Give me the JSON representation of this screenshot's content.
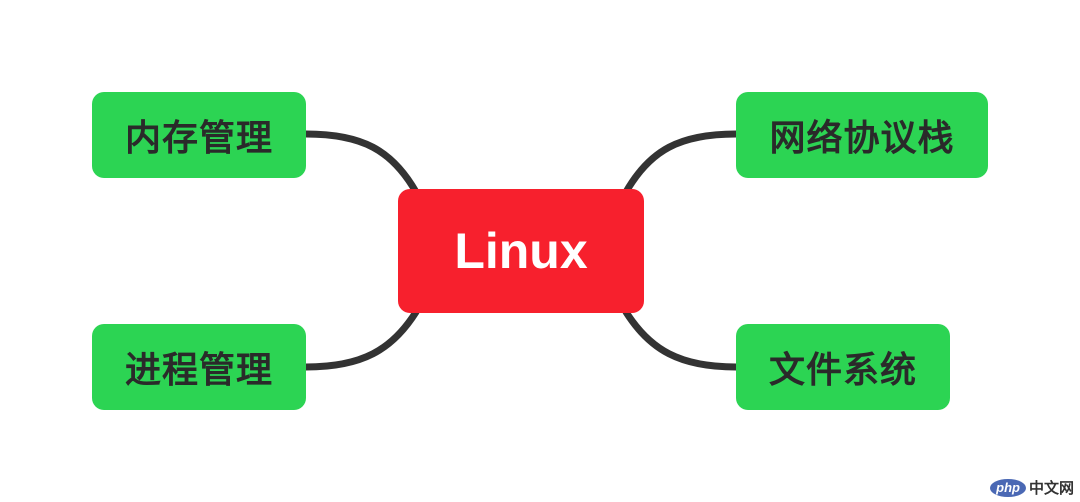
{
  "mindmap": {
    "center": {
      "label": "Linux",
      "color": "#f7202d"
    },
    "branches": {
      "memory": {
        "label": "内存管理"
      },
      "process": {
        "label": "进程管理"
      },
      "network": {
        "label": "网络协议栈"
      },
      "filesystem": {
        "label": "文件系统"
      }
    },
    "branch_color": "#2cd453",
    "connector_color": "#333333"
  },
  "watermark": {
    "logo": "php",
    "text": "中文网"
  }
}
